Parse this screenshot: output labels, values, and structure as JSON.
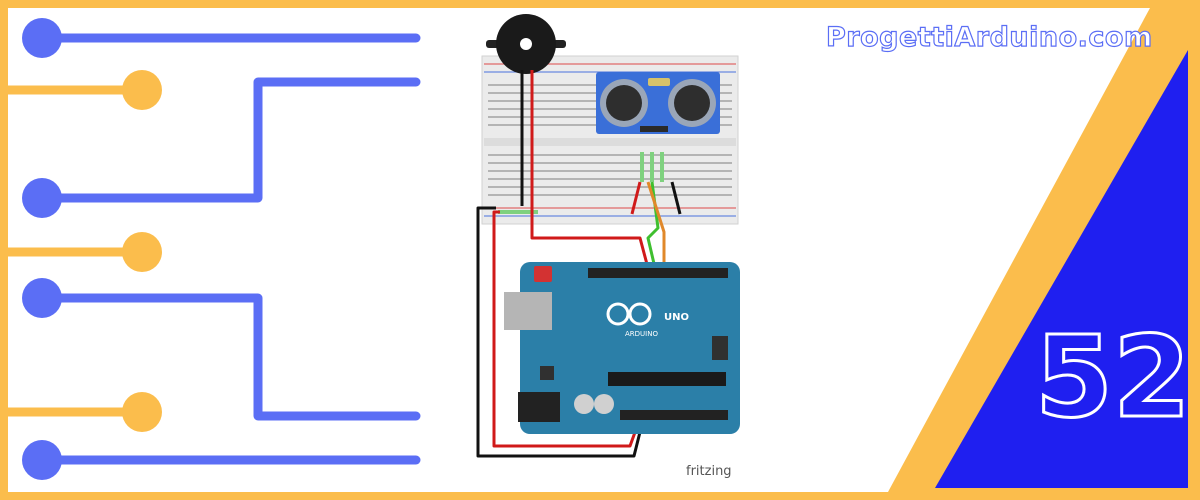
{
  "brand": {
    "name": "ProgettiArduino.com"
  },
  "episode": {
    "number": "52"
  },
  "diagram": {
    "credit": "fritzing",
    "board_labels": {
      "brand": "ARDUINO",
      "model": "UNO"
    }
  },
  "colors": {
    "frame": "#fbbd4c",
    "circuit_blue": "#5b6ef5",
    "circuit_yellow": "#fbbd4c",
    "corner_blue": "#1f1ff0",
    "board": "#2b7fa8",
    "sensor": "#3a6fd8"
  }
}
